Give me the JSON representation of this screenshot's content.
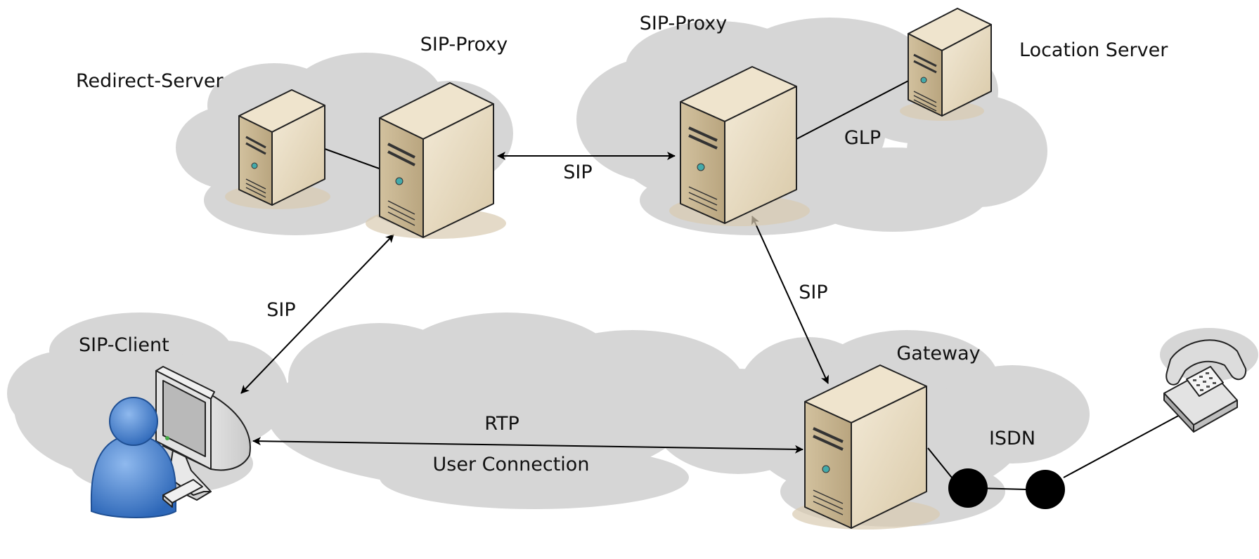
{
  "nodes": {
    "redirect_server": "Redirect-Server",
    "sip_proxy_left": "SIP-Proxy",
    "sip_proxy_right": "SIP-Proxy",
    "location_server": "Location Server",
    "sip_client": "SIP-Client",
    "gateway": "Gateway"
  },
  "connections": {
    "proxy_to_proxy": "SIP",
    "proxy_to_location": "GLP",
    "client_to_proxy": "SIP",
    "proxy_to_gateway": "SIP",
    "client_to_gateway_top": "RTP",
    "client_to_gateway_bottom": "User Connection",
    "gateway_to_phone": "ISDN"
  },
  "colors": {
    "cloud": "#d6d6d6",
    "server_front": "#e9dcc2",
    "server_side": "#d6c6a5",
    "line": "#000000",
    "user": "#3f7ed0"
  }
}
